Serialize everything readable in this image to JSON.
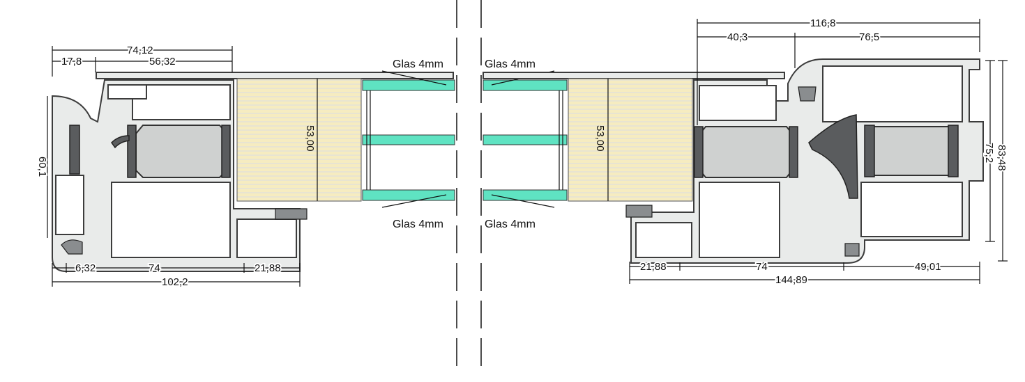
{
  "left_section": {
    "dimensions": {
      "overall_top": "74,12",
      "top_a": "17,8",
      "top_b": "56,32",
      "height": "60,1",
      "bottom_a": "6,32",
      "bottom_b": "74",
      "bottom_c": "21,88",
      "overall_bottom": "102,2",
      "panel_thickness": "53,00"
    },
    "glass_top": "Glas 4mm",
    "glass_bottom": "Glas 4mm"
  },
  "right_section": {
    "dimensions": {
      "overall_top": "116,8",
      "top_a": "40,3",
      "top_b": "76,5",
      "height_inner": "75,2",
      "height_outer": "83,48",
      "bottom_a": "21,88",
      "bottom_b": "74",
      "bottom_c": "49,01",
      "overall_bottom": "144,89",
      "panel_thickness": "53,00"
    },
    "glass_top": "Glas 4mm",
    "glass_bottom": "Glas 4mm"
  },
  "colors": {
    "profile": "#e9ebea",
    "glass": "#5fe3c2",
    "panel": "#f3e7b5",
    "thermal_break": "#5a5c5e"
  }
}
